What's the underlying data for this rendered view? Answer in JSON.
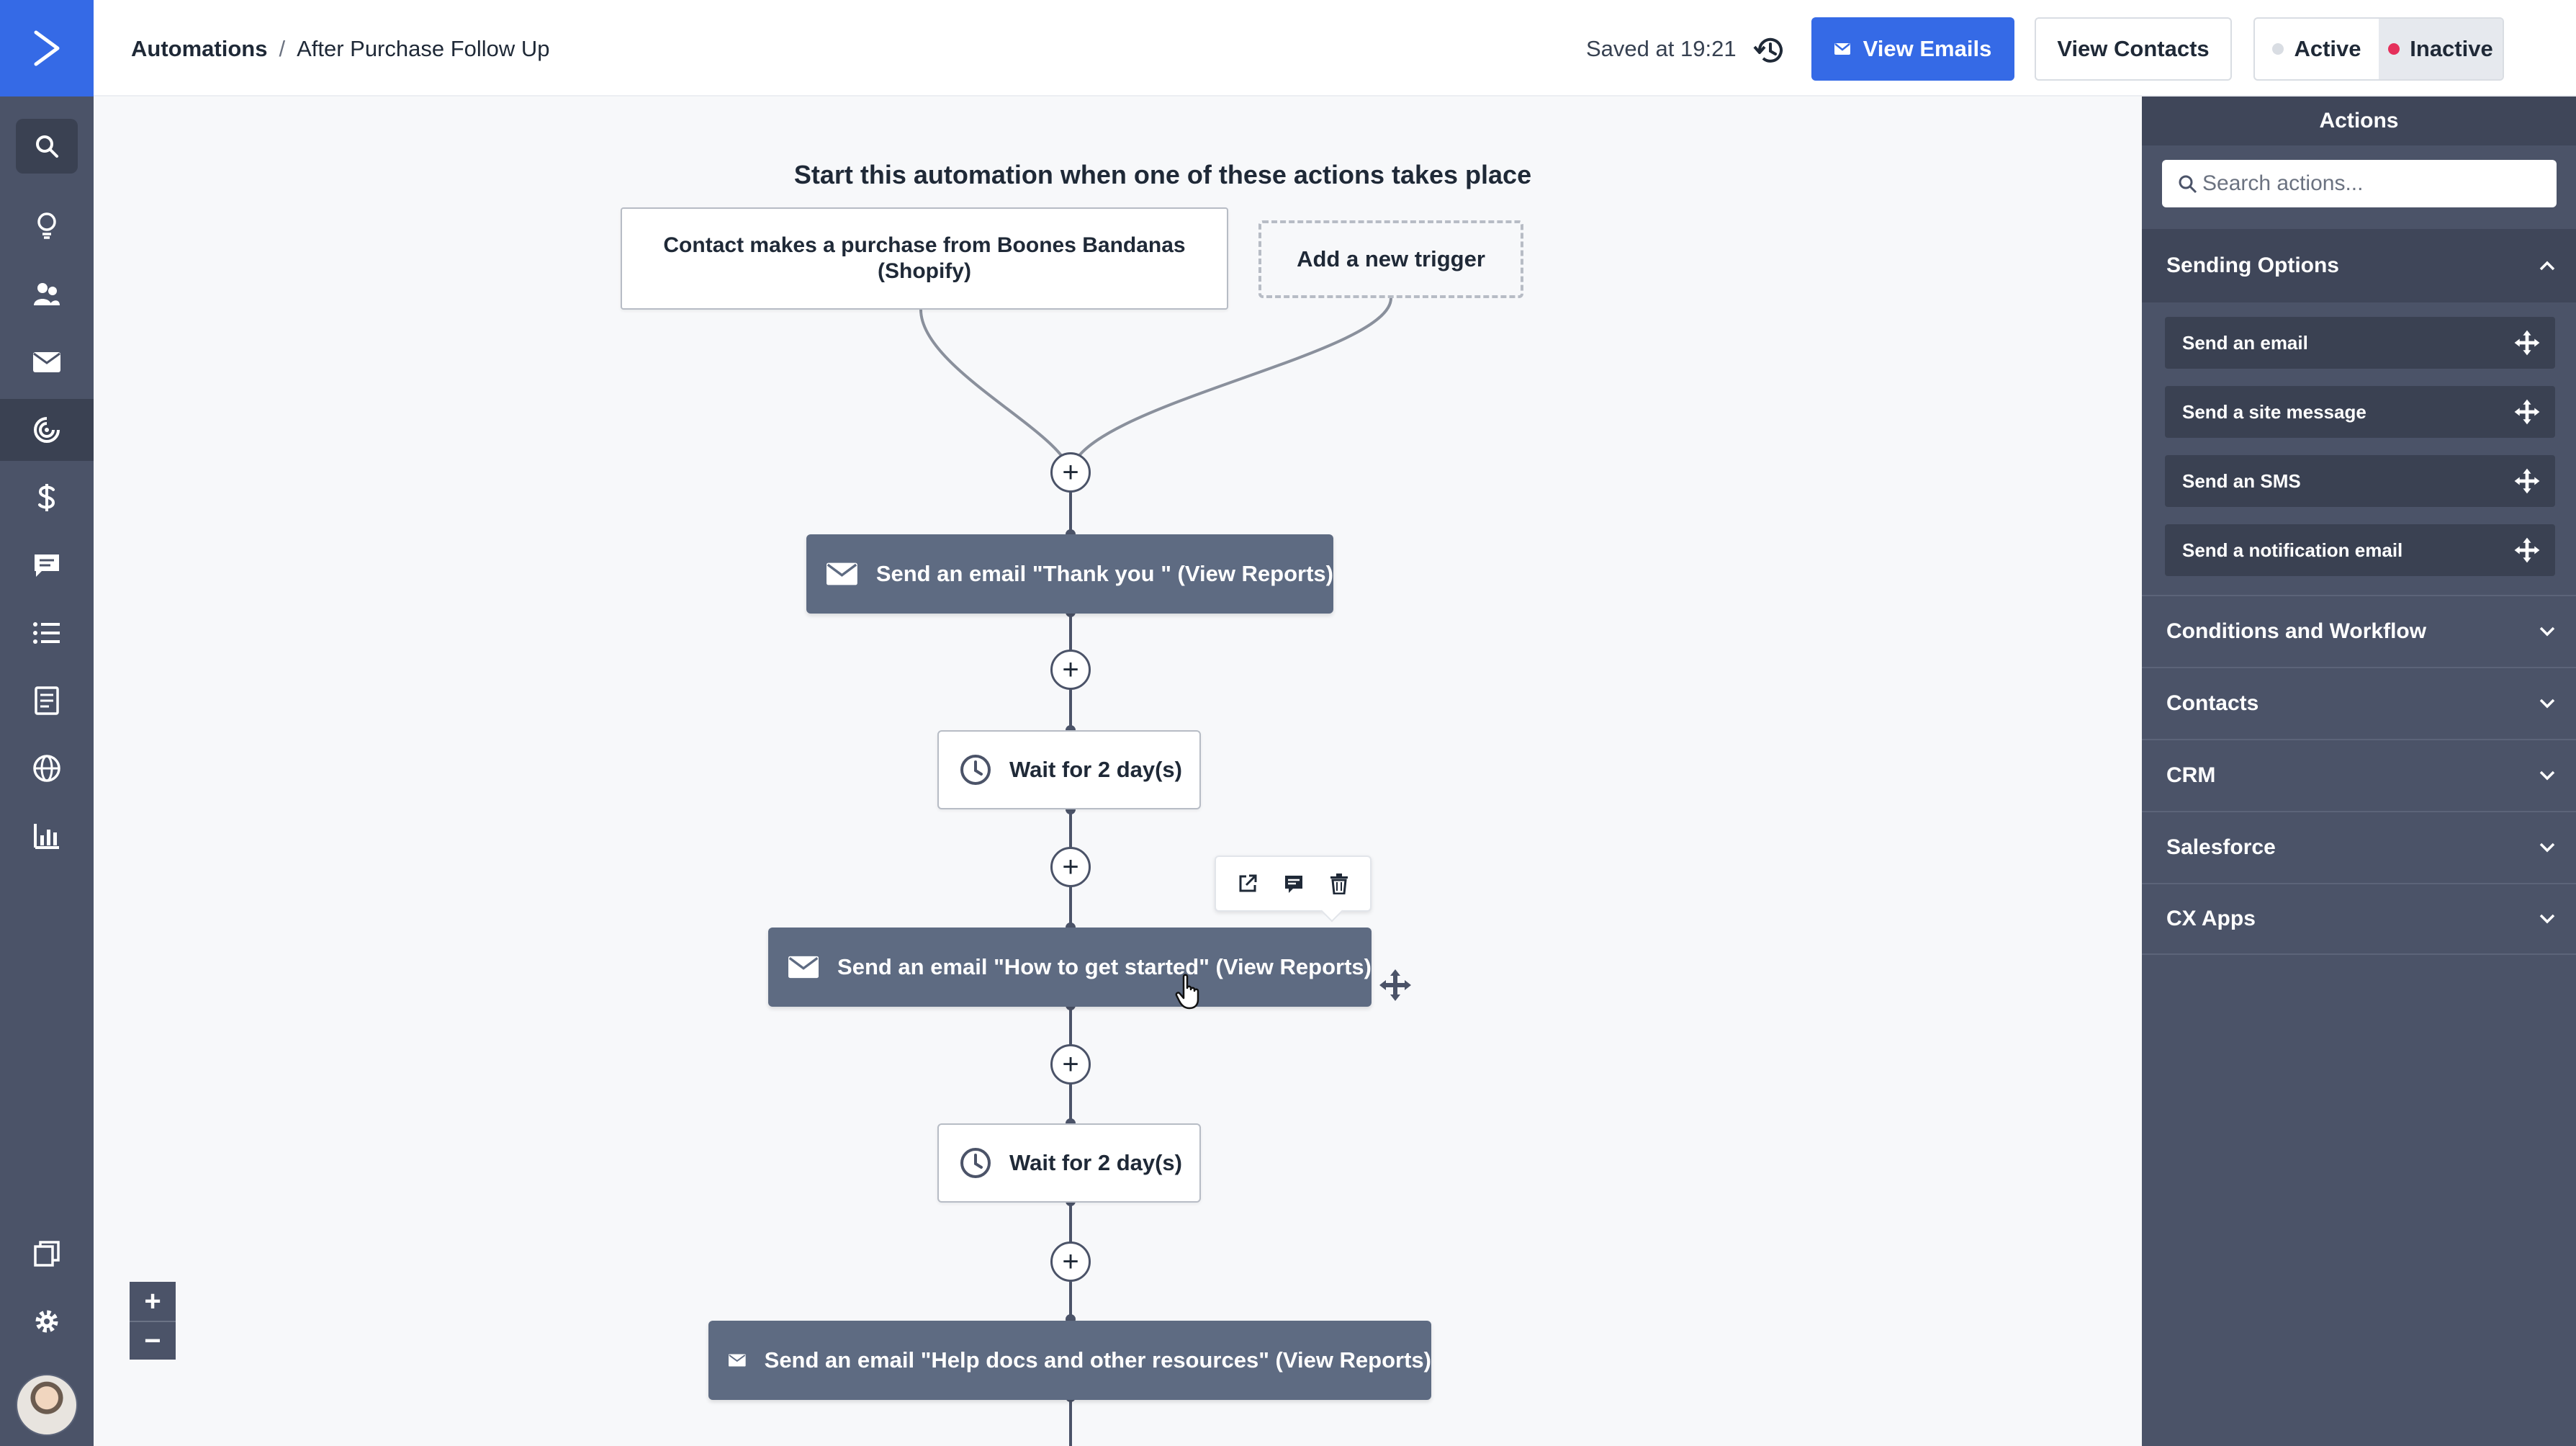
{
  "header": {
    "breadcrumb_root": "Automations",
    "breadcrumb_separator": "/",
    "breadcrumb_current": "After Purchase Follow Up",
    "saved_status": "Saved at 19:21",
    "view_emails_label": "View Emails",
    "view_contacts_label": "View Contacts",
    "status_toggle": {
      "active_label": "Active",
      "inactive_label": "Inactive",
      "selected": "Inactive",
      "inactive_color": "#e5305b",
      "active_color": "#d9dde3"
    }
  },
  "canvas": {
    "heading": "Start this automation when one of these actions takes place",
    "trigger_label": "Contact makes a purchase from Boones Bandanas (Shopify)",
    "add_trigger_label": "Add a new trigger",
    "steps": [
      {
        "type": "email",
        "label": "Send an email \"Thank you \" (View Reports)"
      },
      {
        "type": "wait",
        "label": "Wait for 2 day(s)"
      },
      {
        "type": "email",
        "label": "Send an email \"How to get started\" (View Reports)"
      },
      {
        "type": "wait",
        "label": "Wait for 2 day(s)"
      },
      {
        "type": "email",
        "label": "Send an email \"Help docs and other resources\" (View Reports)"
      }
    ],
    "add_step_symbol": "+",
    "zoom_in_symbol": "+",
    "zoom_out_symbol": "−"
  },
  "actions_panel": {
    "title": "Actions",
    "search_placeholder": "Search actions...",
    "sending_options": {
      "label": "Sending Options",
      "items": [
        "Send an email",
        "Send a site message",
        "Send an SMS",
        "Send a notification email"
      ]
    },
    "sections": [
      "Conditions and Workflow",
      "Contacts",
      "CRM",
      "Salesforce",
      "CX Apps"
    ]
  },
  "colors": {
    "brand": "#356ae6",
    "nav_bg": "#4b5368",
    "node_bg": "#5e6b82"
  }
}
